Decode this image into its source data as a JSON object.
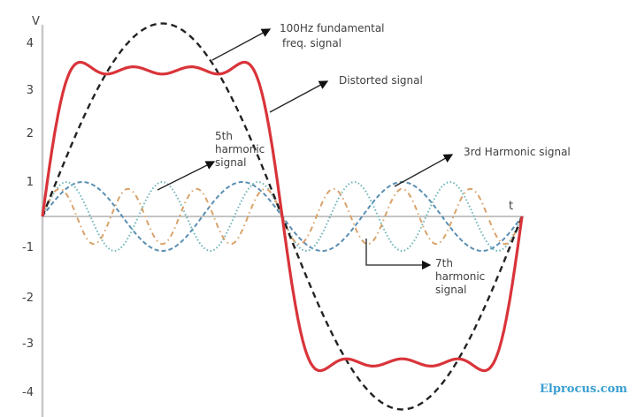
{
  "chart_data": {
    "type": "line",
    "title": "",
    "xlabel": "t",
    "ylabel": "V",
    "yticks": [
      "4",
      "3",
      "2",
      "1",
      "-1",
      "-2",
      "-3",
      "-4"
    ],
    "ylim": [
      -4.5,
      4.5
    ],
    "x_range": "one period of fundamental (0 to 2π)",
    "grid": false,
    "series": [
      {
        "name": "100Hz fundamental freq. signal",
        "style": "black dashed",
        "color": "#222222",
        "amplitude": 4.2,
        "harmonic": 1
      },
      {
        "name": "3rd Harmonic signal",
        "style": "blue dashed",
        "color": "#5b8fb3",
        "amplitude": 0.75,
        "harmonic": 3
      },
      {
        "name": "5th harmonic signal",
        "style": "teal dotted",
        "color": "#6fb5b8",
        "amplitude": 0.75,
        "harmonic": 5
      },
      {
        "name": "7th harmonic signal",
        "style": "orange dash-dot",
        "color": "#d9a26a",
        "amplitude": 0.6,
        "harmonic": 7
      },
      {
        "name": "Distorted signal",
        "style": "red solid",
        "color": "#d9343a",
        "peak_approx": 3.9,
        "shoulder_approx": 2.9
      }
    ],
    "annotations": [
      "100Hz fundamental freq. signal",
      "Distorted signal",
      "5th harmonic signal",
      "3rd Harmonic signal",
      "7th harmonic signal"
    ]
  },
  "labels": {
    "y_axis": "V",
    "x_axis": "t",
    "fundamental_line1": "100Hz fundamental",
    "fundamental_line2": "freq. signal",
    "distorted": "Distorted signal",
    "fifth_line1": "5th",
    "fifth_line2": "harmonic",
    "fifth_line3": "signal",
    "third": "3rd Harmonic signal",
    "seventh_line1": "7th",
    "seventh_line2": "harmonic",
    "seventh_line3": "signal"
  },
  "ticks": {
    "y4": "4",
    "y3": "3",
    "y2": "2",
    "y1": "1",
    "yn1": "-1",
    "yn2": "-2",
    "yn3": "-3",
    "yn4": "-4"
  },
  "watermark": "Elprocus.com"
}
